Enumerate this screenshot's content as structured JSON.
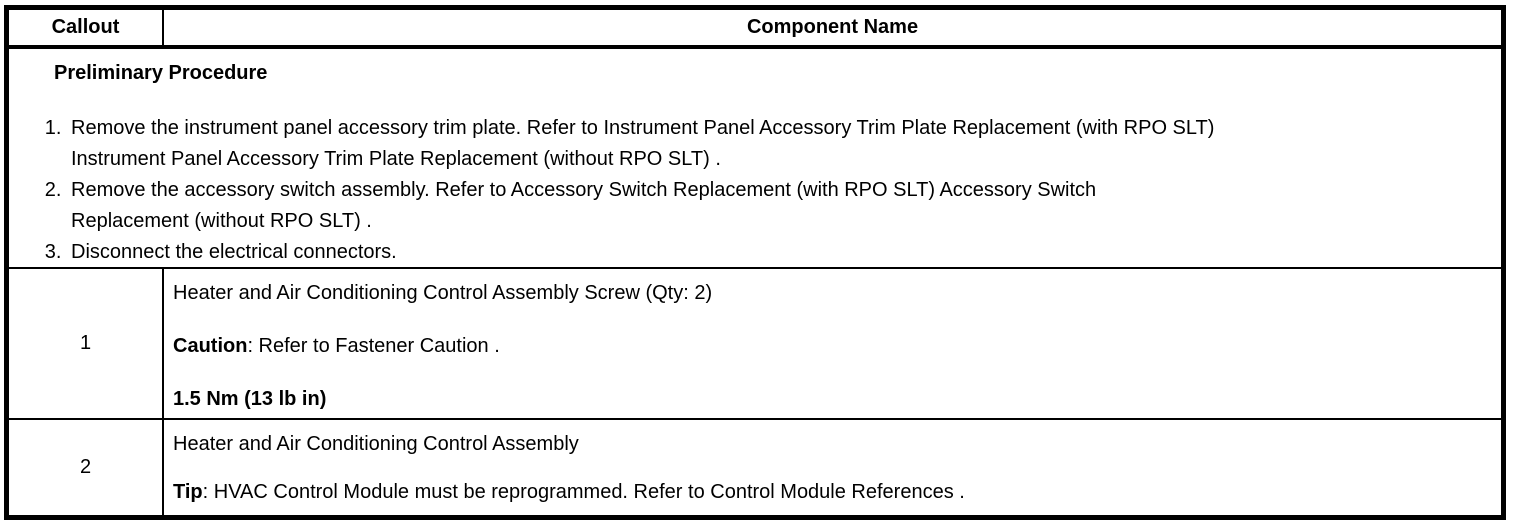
{
  "header": {
    "callout_label": "Callout",
    "component_label": "Component Name"
  },
  "preliminary": {
    "title": "Preliminary Procedure",
    "steps": [
      [
        "Remove the instrument panel accessory trim plate. Refer to Instrument Panel Accessory Trim Plate Replacement (with RPO SLT)",
        "Instrument Panel Accessory Trim Plate Replacement (without RPO SLT) ."
      ],
      [
        "Remove the accessory switch assembly. Refer to Accessory Switch Replacement (with RPO SLT) Accessory Switch",
        "Replacement (without RPO SLT) ."
      ],
      [
        "Disconnect the electrical connectors."
      ]
    ]
  },
  "rows": [
    {
      "callout": "1",
      "lines": [
        {
          "bold": "",
          "text": "Heater and Air Conditioning Control Assembly Screw (Qty: 2)"
        },
        {
          "bold": "Caution",
          "text": ": Refer to Fastener Caution ."
        },
        {
          "bold": "1.5 Nm (13 lb in)",
          "text": ""
        }
      ]
    },
    {
      "callout": "2",
      "lines": [
        {
          "bold": "",
          "text": "Heater and Air Conditioning Control Assembly"
        },
        {
          "bold": "Tip",
          "text": ": HVAC Control Module must be reprogrammed. Refer to Control Module References ."
        }
      ]
    }
  ],
  "colors": {
    "border": "#000000",
    "text": "#000000",
    "background": "#ffffff"
  }
}
